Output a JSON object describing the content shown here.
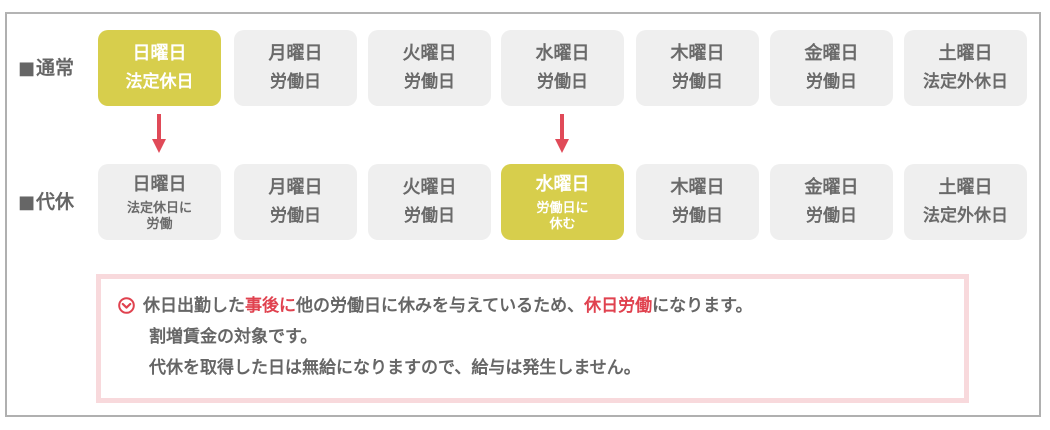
{
  "rows": {
    "normal": {
      "label_marker": "■",
      "label": "通常",
      "days": [
        {
          "name": "日曜日",
          "kind": "法定休日",
          "highlight": true
        },
        {
          "name": "月曜日",
          "kind": "労働日",
          "highlight": false
        },
        {
          "name": "火曜日",
          "kind": "労働日",
          "highlight": false
        },
        {
          "name": "水曜日",
          "kind": "労働日",
          "highlight": false
        },
        {
          "name": "木曜日",
          "kind": "労働日",
          "highlight": false
        },
        {
          "name": "金曜日",
          "kind": "労働日",
          "highlight": false
        },
        {
          "name": "土曜日",
          "kind": "法定外休日",
          "highlight": false
        }
      ]
    },
    "substitute": {
      "label_marker": "■",
      "label": "代休",
      "days": [
        {
          "name": "日曜日",
          "kind_line1": "法定休日に",
          "kind_line2": "労働",
          "highlight": false
        },
        {
          "name": "月曜日",
          "kind": "労働日",
          "highlight": false
        },
        {
          "name": "火曜日",
          "kind": "労働日",
          "highlight": false
        },
        {
          "name": "水曜日",
          "kind_line1": "労働日に",
          "kind_line2": "休む",
          "highlight": true
        },
        {
          "name": "木曜日",
          "kind": "労働日",
          "highlight": false
        },
        {
          "name": "金曜日",
          "kind": "労働日",
          "highlight": false
        },
        {
          "name": "土曜日",
          "kind": "法定外休日",
          "highlight": false
        }
      ]
    }
  },
  "arrows": [
    {
      "from": "日曜日",
      "direction": "down"
    },
    {
      "from": "水曜日",
      "direction": "down"
    }
  ],
  "notice": {
    "icon": "circle-chevron-down-icon",
    "line1": {
      "part1": "休日出勤した",
      "em1": "事後に",
      "part2": "他の労働日に休みを与えているため、",
      "em2": "休日労働",
      "part3": "になります。"
    },
    "line2": "割増賃金の対象です。",
    "line3": "代休を取得した日は無給になりますので、給与は発生しません。"
  },
  "colors": {
    "highlight": "#d7ce4c",
    "box": "#efefef",
    "arrow": "#e04a58",
    "emphasis": "#e0424f",
    "notice_border": "#f8d9dc",
    "frame": "#b0b0b0"
  }
}
